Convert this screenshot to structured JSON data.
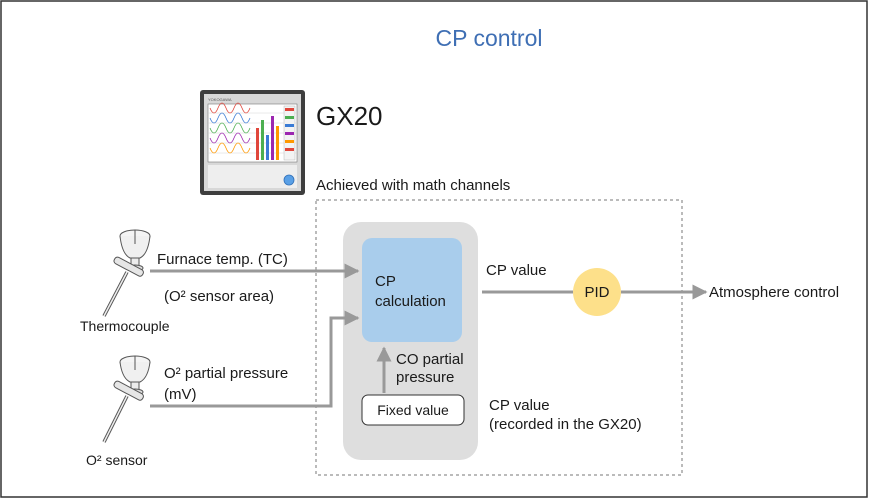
{
  "title": "CP control",
  "device": {
    "name": "GX20",
    "brand": "YOKOGAWA",
    "caption": "Achieved with math channels"
  },
  "inputs": {
    "thermocouple": {
      "signal_line1": "Furnace temp. (TC)",
      "signal_line2": "(O² sensor area)",
      "sensor_label": "Thermocouple"
    },
    "o2_sensor": {
      "signal_line1": "O² partial pressure",
      "signal_line2": "(mV)",
      "sensor_label": "O² sensor"
    }
  },
  "calc_block": {
    "line1": "CP",
    "line2": "calculation"
  },
  "co_input": {
    "line1": "CO partial",
    "line2": "pressure"
  },
  "fixed_value": "Fixed value",
  "cp_value_top": "CP value",
  "cp_value_bottom": {
    "line1": "CP value",
    "line2": "(recorded in the GX20)"
  },
  "pid": "PID",
  "output": "Atmosphere control",
  "colors": {
    "title": "#3f6fb4",
    "calc_fill": "#a9cdec",
    "panel_fill": "#dedede",
    "pid_fill": "#fde08a",
    "arrow": "#999999"
  }
}
